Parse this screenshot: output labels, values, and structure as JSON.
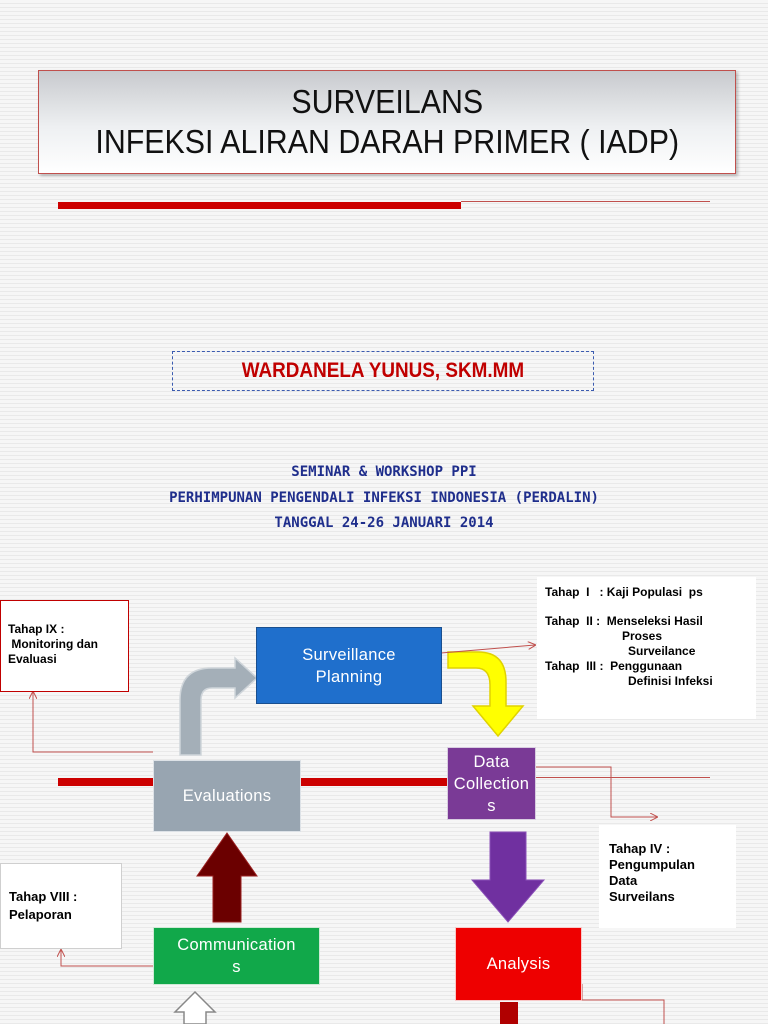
{
  "title": {
    "line1": "SURVEILANS",
    "line2": "INFEKSI ALIRAN DARAH PRIMER ( IADP)"
  },
  "author": "WARDANELA YUNUS, SKM.MM",
  "seminar": {
    "line1": "SEMINAR & WORKSHOP PPI",
    "line2": "PERHIMPUNAN PENGENDALI INFEKSI INDONESIA (PERDALIN)",
    "line3": "TANGGAL 24-26 JANUARI 2014"
  },
  "nodes": {
    "surveillance_planning": {
      "line1": "Surveillance",
      "line2": "Planning",
      "color": "#1f6fcc"
    },
    "data_collections": {
      "line1": "Data",
      "line2": "Collection",
      "line3": "s",
      "color": "#7a3a96"
    },
    "evaluations": {
      "label": "Evaluations",
      "color": "#98a5b1"
    },
    "communications": {
      "line1": "Communication",
      "line2": "s",
      "color": "#11a84a"
    },
    "analysis": {
      "label": "Analysis",
      "color": "#ee0000"
    }
  },
  "notes": {
    "tahap_ix": {
      "line1": "Tahap IX :",
      "line2": " Monitoring dan",
      "line3": "Evaluasi"
    },
    "tahap_i_iii": {
      "l1": "Tahap  I   : Kaji Populasi  ps",
      "l2": "Tahap  II :  Menseleksi Hasil",
      "l3": "Proses",
      "l4": "Surveilance",
      "l5": "Tahap  III :  Penggunaan",
      "l6": "Definisi  Infeksi"
    },
    "tahap_iv": {
      "line1": "Tahap IV :",
      "line2": "Pengumpulan",
      "line3": "Data",
      "line4": "Surveilans"
    },
    "tahap_viii": {
      "line1": "Tahap VIII :",
      "line2": "Pelaporan"
    }
  },
  "colors": {
    "accent_red": "#cc0000",
    "seminar_blue": "#1f2e8c",
    "author_red": "#c00000"
  }
}
